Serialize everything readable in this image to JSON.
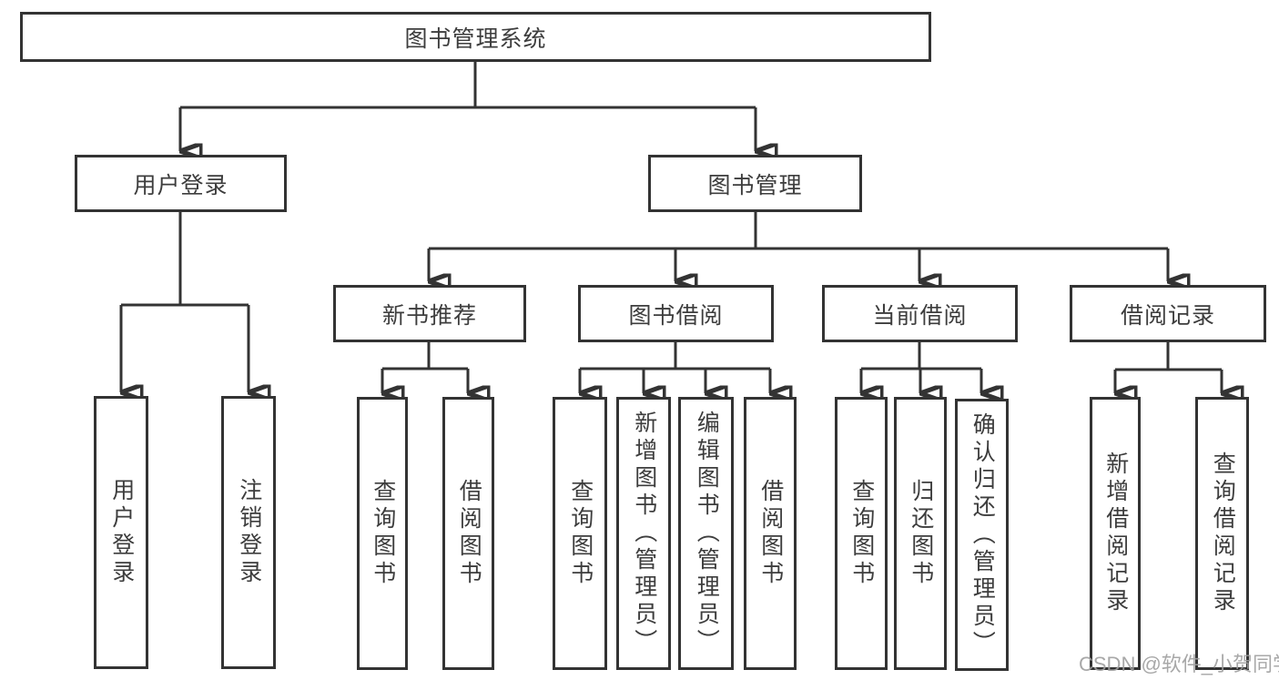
{
  "diagram": {
    "root": {
      "label": "图书管理系统"
    },
    "branches": [
      {
        "label": "用户登录",
        "children": [
          {
            "label": "用户登录"
          },
          {
            "label": "注销登录"
          }
        ]
      },
      {
        "label": "图书管理",
        "children": [
          {
            "label": "新书推荐",
            "children": [
              {
                "label": "查询图书"
              },
              {
                "label": "借阅图书"
              }
            ]
          },
          {
            "label": "图书借阅",
            "children": [
              {
                "label": "查询图书"
              },
              {
                "label": "新增图书（管理员）"
              },
              {
                "label": "编辑图书（管理员）"
              },
              {
                "label": "借阅图书"
              }
            ]
          },
          {
            "label": "当前借阅",
            "children": [
              {
                "label": "查询图书"
              },
              {
                "label": "归还图书"
              },
              {
                "label": "确认归还（管理员）"
              }
            ]
          },
          {
            "label": "借阅记录",
            "children": [
              {
                "label": "新增借阅记录"
              },
              {
                "label": "查询借阅记录"
              }
            ]
          }
        ]
      }
    ],
    "colors": {
      "line": "#333333",
      "text": "#3d3d3d",
      "background": "#ffffff",
      "watermark": "#9e9e9e"
    }
  },
  "watermark": {
    "text": "CSDN @软件_小贺同学"
  }
}
